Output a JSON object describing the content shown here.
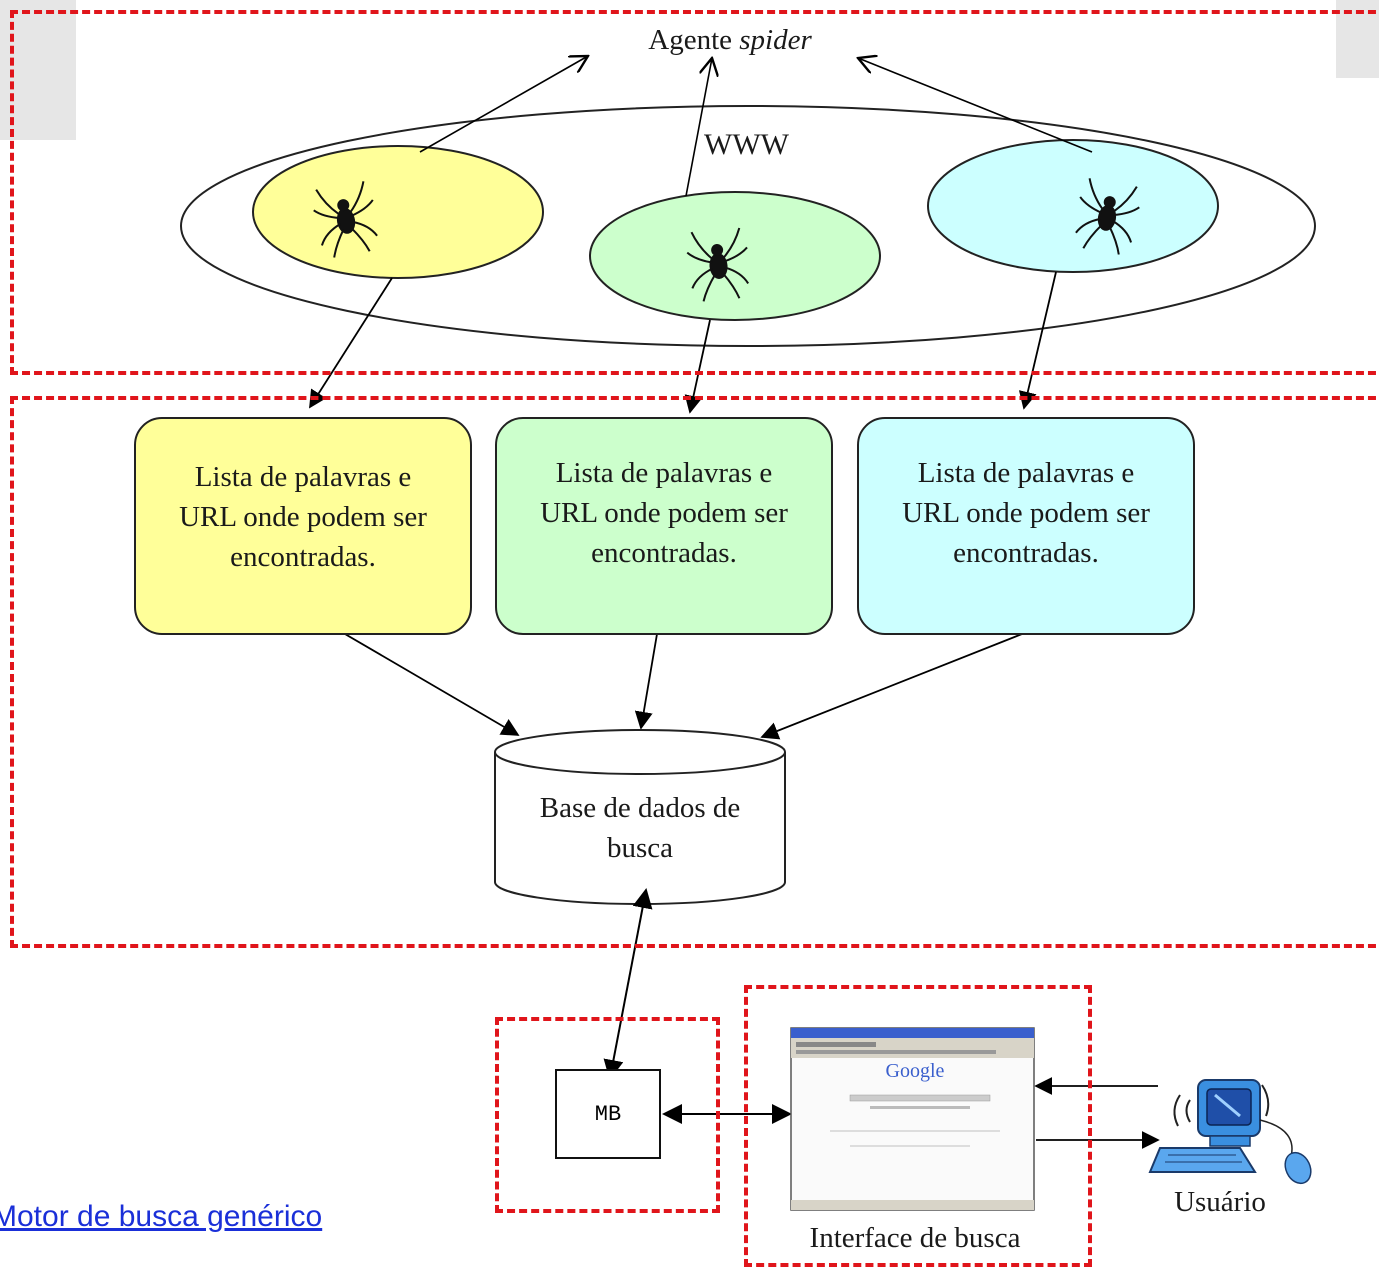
{
  "agent_label_prefix": "Agente ",
  "agent_label_italic": "spider",
  "www_label": "WWW",
  "lists": [
    {
      "text": "Lista de palavras e URL onde podem ser encontradas.",
      "line1": "Lista de palavras e",
      "line2": "URL onde podem ser",
      "line3": "encontradas."
    },
    {
      "text": "Lista de palavras e URL onde podem ser encontradas.",
      "line1": "Lista de palavras e",
      "line2": "URL onde podem ser",
      "line3": "encontradas."
    },
    {
      "text": "Lista de palavras e URL onde podem ser encontradas.",
      "line1": "Lista de palavras e",
      "line2": "URL onde podem ser",
      "line3": "encontradas."
    }
  ],
  "database_line1": "Base de dados de",
  "database_line2": "busca",
  "mb_label": "MB",
  "interface_label": "Interface de busca",
  "browser_logo": "Google",
  "user_label": "Usuário",
  "caption_link": "Motor de busca genérico",
  "colors": {
    "yellow": "#ffff99",
    "green": "#ccffcc",
    "cyan": "#ccffff",
    "dashed_red": "#e0151b",
    "link_blue": "#1a2fd8"
  }
}
